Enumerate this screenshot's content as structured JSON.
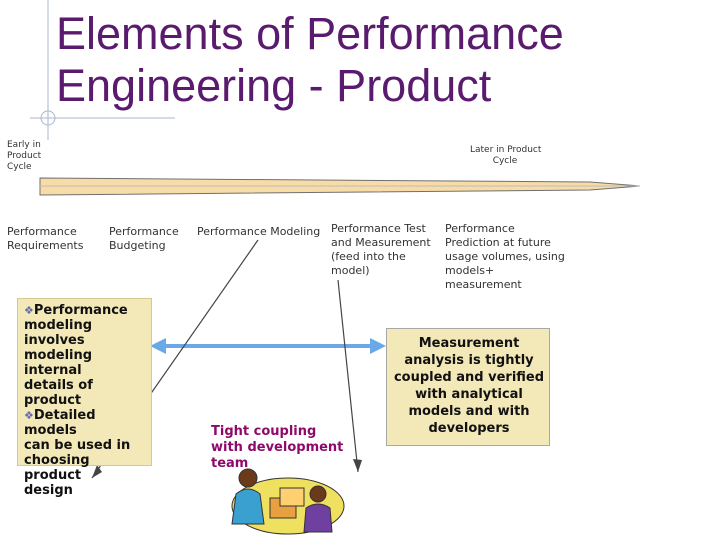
{
  "title": {
    "line1": "Elements of Performance",
    "line2": "Engineering - Product"
  },
  "timeline": {
    "start_label": [
      "Early in",
      "Product",
      "Cycle"
    ],
    "end_label": [
      "Later in Product",
      "Cycle"
    ]
  },
  "elements": [
    [
      "Performance",
      "Requirements"
    ],
    [
      "Performance",
      "Budgeting"
    ],
    [
      "Performance Modeling"
    ],
    [
      "Performance Test",
      "and Measurement",
      "(feed into the",
      "model)"
    ],
    [
      "Performance",
      "Prediction at future",
      "usage volumes, using",
      "models+",
      "measurement"
    ]
  ],
  "left_box": {
    "bullets": [
      [
        "Performance",
        "modeling",
        "involves",
        "modeling internal",
        "details of product"
      ],
      [
        "Detailed models",
        "can be used in",
        "choosing product",
        "design"
      ]
    ]
  },
  "right_box": {
    "lines": [
      "Measurement",
      "analysis is tightly",
      "coupled and verified",
      "with analytical",
      "models and with",
      "developers"
    ]
  },
  "center_note": [
    "Tight coupling",
    "with development",
    "team"
  ],
  "colors": {
    "title": "#5a1a6e",
    "box_fill": "#f3e8b8",
    "arrow": "#6aa8e8",
    "timeline_fill": "#f7dca8",
    "note_text": "#8e0a6a"
  },
  "icons": [
    "crosshair-icon",
    "diamond-bullet-icon",
    "people-at-computer-clipart"
  ]
}
